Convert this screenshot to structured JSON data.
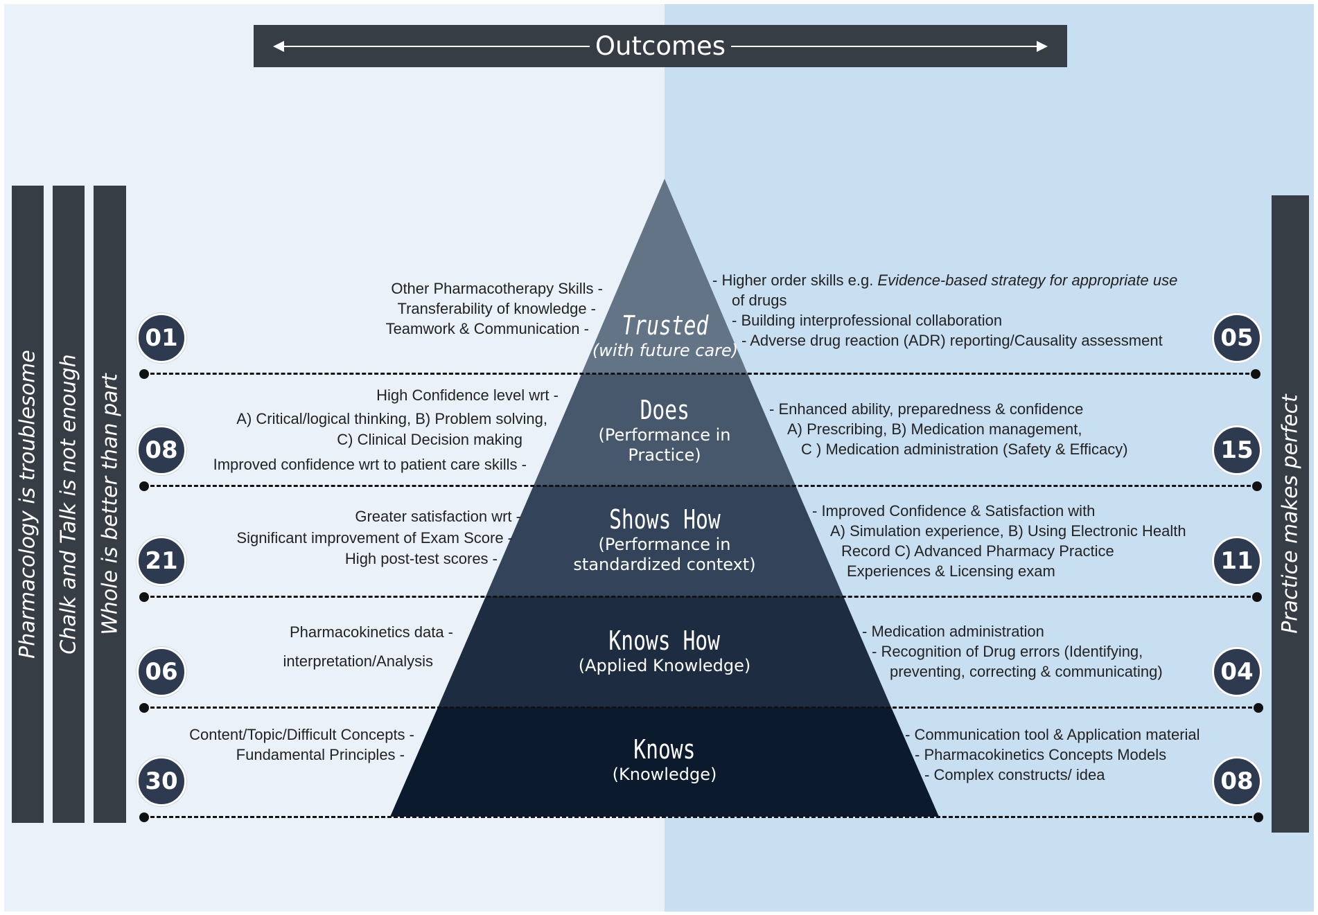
{
  "header": {
    "title": "Outcomes"
  },
  "left_bars": [
    "Pharmacology is troublesome",
    "Chalk and Talk is not enough",
    "Whole is better than part"
  ],
  "right_bar": "Practice makes perfect",
  "colors": {
    "dark_bar": "#363d44",
    "bg_left": "#eaf1f9",
    "bg_right": "#c8def1",
    "tier_trusted": "#637486",
    "tier_does": "#47576c",
    "tier_shows": "#33445a",
    "tier_knowshow": "#1e2c42",
    "tier_knows": "#0b1a2d",
    "badge": "#2d3a4f"
  },
  "levels": [
    {
      "title": "Trusted",
      "subtitle_lines": [
        "(with future care)"
      ]
    },
    {
      "title": "Does",
      "subtitle_lines": [
        "(Performance in",
        "Practice)"
      ]
    },
    {
      "title": "Shows How",
      "subtitle_lines": [
        "(Performance in",
        "standardized context)"
      ]
    },
    {
      "title": "Knows How",
      "subtitle_lines": [
        "(Applied Knowledge)"
      ]
    },
    {
      "title": "Knows",
      "subtitle_lines": [
        "(Knowledge)"
      ]
    }
  ],
  "left_badges": [
    "01",
    "08",
    "21",
    "06",
    "30"
  ],
  "right_badges": [
    "05",
    "15",
    "11",
    "04",
    "08"
  ],
  "left_text": [
    [
      "Other Pharmacotherapy Skills -",
      "Transferability of knowledge -",
      "Teamwork  & Communication -"
    ],
    [
      "High Confidence level wrt -",
      "A) Critical/logical  thinking, B) Problem solving,",
      "C)  Clinical Decision making",
      "Improved confidence wrt to patient care skills -"
    ],
    [
      "Greater satisfaction wrt -",
      "Significant improvement of Exam Score -",
      "High post-test scores -"
    ],
    [
      "Pharmacokinetics data -",
      "interpretation/Analysis"
    ],
    [
      "Content/Topic/Difficult Concepts -",
      "Fundamental Principles -"
    ]
  ],
  "right_text": [
    {
      "l1_prefix": "-    Higher order skills e.g. ",
      "l1_italic": "Evidence-based strategy for appropriate use",
      "l2_italic": "of drugs",
      "l3": "- Building interprofessional collaboration",
      "l4": "- Adverse drug reaction (ADR) reporting/Causality assessment"
    },
    [
      "- Enhanced ability, preparedness & confidence",
      "A) Prescribing, B) Medication management,",
      "C ) Medication administration (Safety & Efficacy)"
    ],
    [
      "- Improved Confidence & Satisfaction with",
      "A) Simulation experience, B) Using Electronic Health",
      "Record  C) Advanced Pharmacy Practice",
      "Experiences & Licensing  exam"
    ],
    [
      "- Medication administration",
      "- Recognition of Drug errors (Identifying,",
      "preventing, correcting & communicating)"
    ],
    [
      "- Communication tool & Application material",
      "- Pharmacokinetics Concepts Models",
      "- Complex constructs/ idea"
    ]
  ]
}
